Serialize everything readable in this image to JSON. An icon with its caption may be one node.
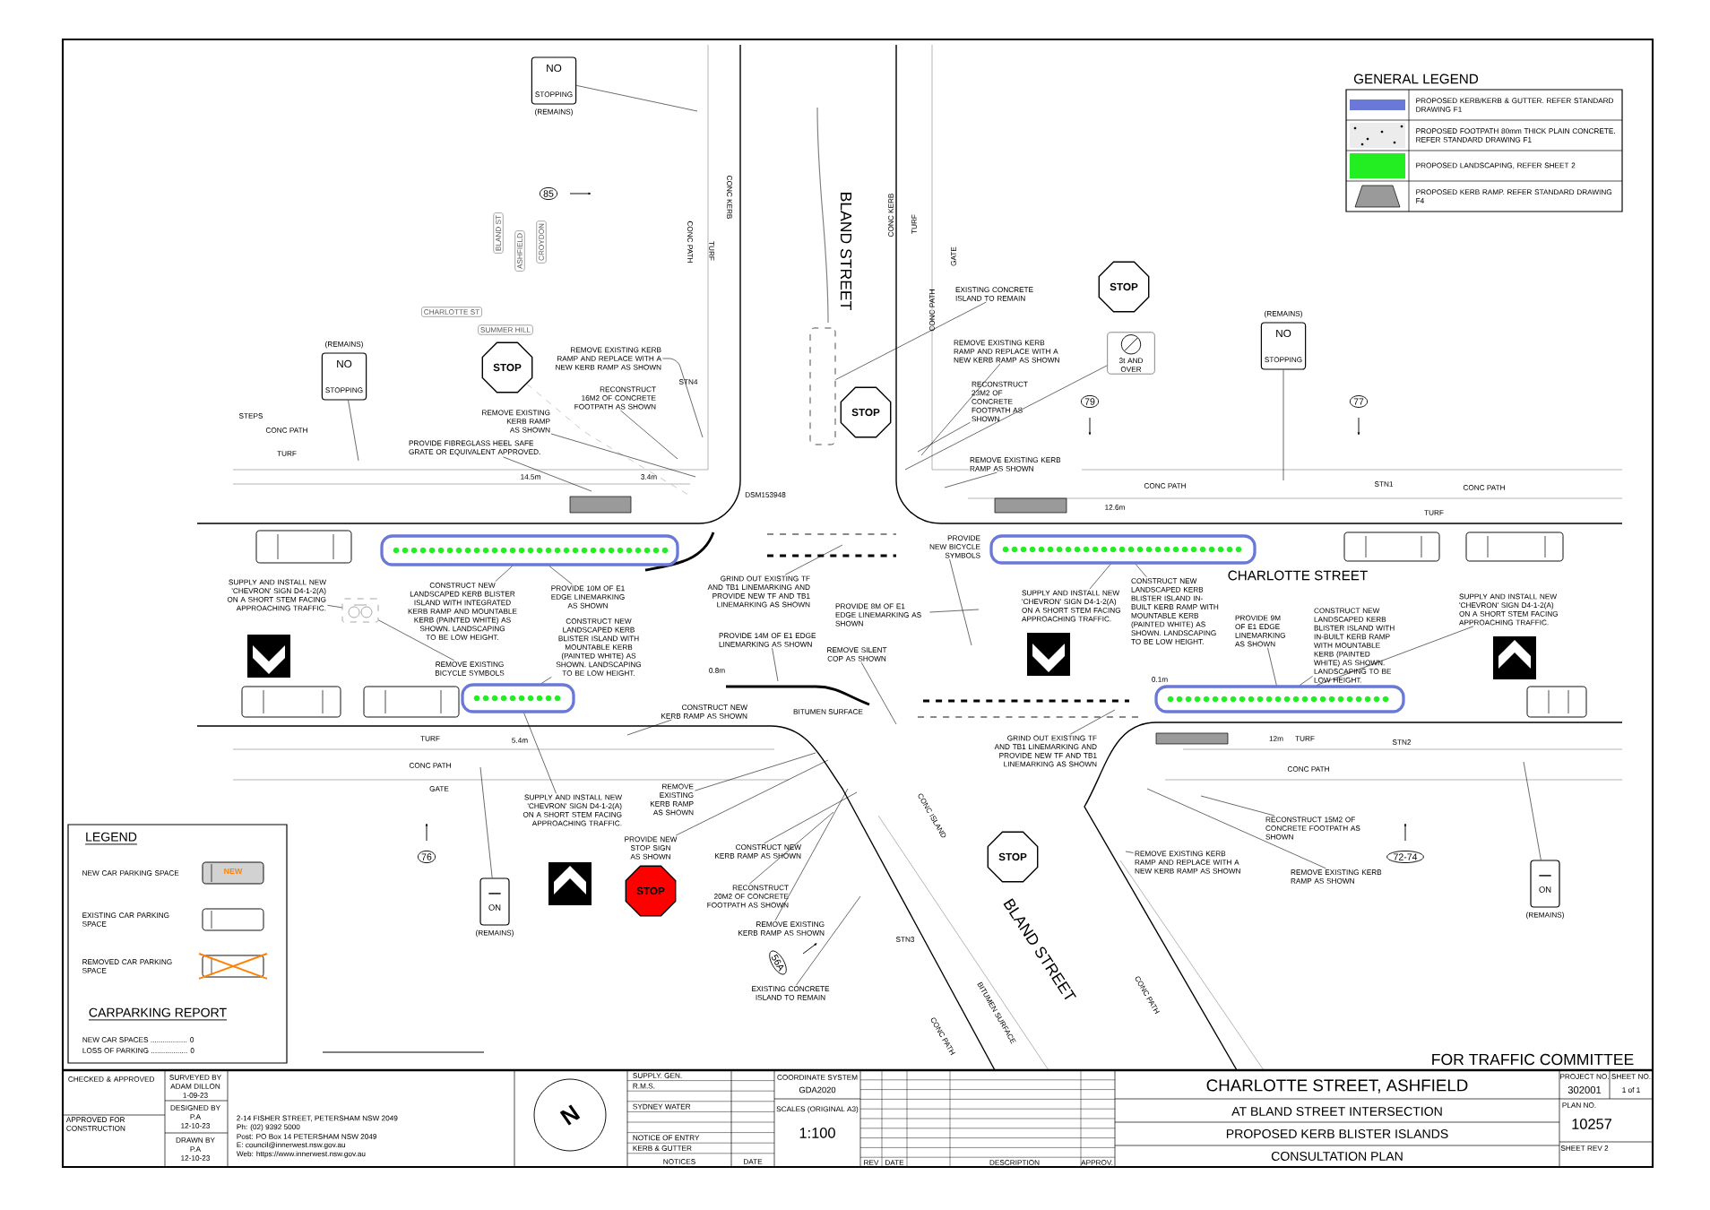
{
  "diagram": {
    "title": "CHARLOTTE STREET, ASHFIELD",
    "nodes": [
      {
        "text": [
          "NO",
          "STOPPING"
        ],
        "beside": [
          "(REMAINS)"
        ]
      },
      {
        "text": [
          "NO",
          "STOPPING"
        ],
        "beside": [
          "(REMAINS)"
        ]
      },
      {
        "text": [
          "STOP"
        ]
      },
      {
        "text": [
          "STOP"
        ]
      },
      {
        "text": [
          "STOP"
        ]
      },
      {
        "text": [
          "3t AND OVER"
        ]
      },
      {
        "text": [
          "NO",
          "STOPPING"
        ],
        "beside": [
          "(REMAINS)"
        ]
      },
      {
        "text": [
          "STOP"
        ]
      },
      {
        "text": [
          "STOP"
        ]
      },
      {
        "text": [
          "ON"
        ],
        "beside": [
          "(REMAINS)"
        ]
      },
      {
        "text": [
          "ON"
        ],
        "beside": [
          "(REMAINS)"
        ]
      },
      {
        "text": [
          "REMOVE EXISTING KERB RAMP AND REPLACE WITH A NEW KERB RAMP AS SHOWN"
        ]
      },
      {
        "text": [
          "RECONSTRUCT 16M2 OF CONCRETE FOOTPATH AS SHOWN"
        ]
      },
      {
        "text": [
          "REMOVE EXISTING KERB RAMP AS SHOWN"
        ]
      },
      {
        "text": [
          "PROVIDE FIBREGLASS HEEL SAFE GRATE OR EQUIVALENT APPROVED."
        ]
      },
      {
        "text": [
          "EXISTING CONCRETE ISLAND TO REMAIN"
        ]
      },
      {
        "text": [
          "REMOVE EXISTING KERB RAMP AND REPLACE WITH A NEW KERB RAMP AS SHOWN"
        ]
      },
      {
        "text": [
          "RECONSTRUCT 23M2 OF CONCRETE FOOTPATH AS SHOWN"
        ]
      },
      {
        "text": [
          "REMOVE EXISTING KERB RAMP AS SHOWN"
        ]
      },
      {
        "text": [
          "SUPPLY AND INSTALL NEW 'CHEVRON' SIGN D4-1-2(A) ON A SHORT STEM FACING APPROACHING TRAFFIC."
        ]
      },
      {
        "text": [
          "CONSTRUCT NEW LANDSCAPED KERB BLISTER ISLAND WITH INTEGRATED KERB RAMP AND MOUNTABLE KERB (PAINTED WHITE) AS SHOWN. LANDSCAPING TO BE LOW HEIGHT."
        ]
      },
      {
        "text": [
          "PROVIDE 10M OF E1 EDGE LINEMARKING AS SHOWN"
        ]
      },
      {
        "text": [
          "GRIND OUT EXISTING TF AND TB1 LINEMARKING AND PROVIDE NEW TF AND TB1 LINEMARKING AS SHOWN"
        ]
      },
      {
        "text": [
          "REMOVE EXISTING BICYCLE SYMBOLS"
        ]
      },
      {
        "text": [
          "CONSTRUCT NEW LANDSCAPED KERB BLISTER ISLAND WITH MOUNTABLE KERB (PAINTED WHITE) AS SHOWN. LANDSCAPING TO BE LOW HEIGHT."
        ]
      },
      {
        "text": [
          "PROVIDE 14M OF E1 EDGE LINEMARKING AS SHOWN"
        ]
      },
      {
        "text": [
          "REMOVE SILENT COP AS SHOWN"
        ]
      },
      {
        "text": [
          "PROVIDE 8M OF E1 EDGE LINEMARKING AS SHOWN"
        ]
      },
      {
        "text": [
          "PROVIDE NEW BICYCLE SYMBOLS"
        ]
      },
      {
        "text": [
          "CONSTRUCT NEW KERB RAMP AS SHOWN"
        ]
      },
      {
        "text": [
          "SUPPLY AND INSTALL NEW 'CHEVRON' SIGN D4-1-2(A) ON A SHORT STEM FACING APPROACHING TRAFFIC."
        ]
      },
      {
        "text": [
          "REMOVE EXISTING KERB RAMP AS SHOWN"
        ]
      },
      {
        "text": [
          "PROVIDE NEW STOP SIGN AS SHOWN"
        ]
      },
      {
        "text": [
          "CONSTRUCT NEW KERB RAMP AS SHOWN"
        ]
      },
      {
        "text": [
          "RECONSTRUCT 20M2 OF CONCRETE FOOTPATH AS SHOWN"
        ]
      },
      {
        "text": [
          "REMOVE EXISTING KERB RAMP AS SHOWN"
        ]
      },
      {
        "text": [
          "EXISTING CONCRETE ISLAND TO REMAIN"
        ]
      },
      {
        "text": [
          "GRIND OUT EXISTING TF AND TB1 LINEMARKING AND PROVIDE NEW TF AND TB1 LINEMARKING AS SHOWN"
        ]
      },
      {
        "text": [
          "SUPPLY AND INSTALL NEW 'CHEVRON' SIGN D4-1-2(A) ON A SHORT STEM FACING APPROACHING TRAFFIC."
        ]
      },
      {
        "text": [
          "CONSTRUCT NEW LANDSCAPED KERB BLISTER ISLAND IN-BUILT KERB RAMP WITH MOUNTABLE KERB (PAINTED WHITE) AS SHOWN. LANDSCAPING TO BE LOW HEIGHT."
        ]
      },
      {
        "text": [
          "PROVIDE 9M OF E1 EDGE LINEMARKING AS SHOWN"
        ]
      },
      {
        "text": [
          "CONSTRUCT NEW LANDSCAPED KERB BLISTER ISLAND WITH IN-BUILT KERB RAMP WITH MOUNTABLE KERB (PAINTED WHITE) AS SHOWN. LANDSCAPING TO BE LOW HEIGHT."
        ]
      },
      {
        "text": [
          "SUPPLY AND INSTALL NEW 'CHEVRON' SIGN D4-1-2(A) ON A SHORT STEM FACING APPROACHING TRAFFIC."
        ]
      },
      {
        "text": [
          "RECONSTRUCT 15M2 OF CONCRETE FOOTPATH AS SHOWN"
        ]
      },
      {
        "text": [
          "REMOVE EXISTING KERB RAMP AND REPLACE WITH A NEW KERB RAMP AS SHOWN"
        ]
      },
      {
        "text": [
          "REMOVE EXISTING KERB RAMP AS SHOWN"
        ]
      },
      {
        "text": [],
        "shape": "bar"
      },
      {
        "text": [],
        "shape": "bar"
      },
      {
        "text": [],
        "shape": "bar"
      },
      {
        "text": [],
        "shape": "bar"
      },
      {
        "text": [],
        "shape": "box"
      },
      {
        "text": [],
        "shape": "picture"
      }
    ],
    "edges": [
      {
        "from": 0,
        "to": null,
        "arrow": "none"
      },
      {
        "from": 1,
        "to": null,
        "arrow": "none"
      },
      {
        "from": 2,
        "to": null,
        "arrow": "none",
        "style": "dashed",
        "color": "#a0a0a0"
      },
      {
        "from": 5,
        "to": null,
        "arrow": "none"
      },
      {
        "from": 6,
        "to": null,
        "arrow": "none"
      },
      {
        "from": 9,
        "to": null,
        "arrow": "none"
      },
      {
        "from": 10,
        "to": null,
        "arrow": "none"
      },
      {
        "from": 11,
        "to": null,
        "arrow": "none"
      },
      {
        "from": 12,
        "to": null,
        "arrow": "none"
      },
      {
        "from": 13,
        "to": null,
        "arrow": "none"
      },
      {
        "from": 14,
        "to": null,
        "arrow": "none"
      },
      {
        "from": 15,
        "to": 50,
        "arrow": "none"
      },
      {
        "from": 16,
        "to": null,
        "arrow": "none"
      },
      {
        "from": 17,
        "to": null,
        "arrow": "none"
      },
      {
        "from": 18,
        "to": null,
        "arrow": "none"
      },
      {
        "from": 19,
        "to": 51,
        "arrow": "none"
      },
      {
        "from": 20,
        "to": 46,
        "arrow": "none"
      },
      {
        "from": 21,
        "to": 46,
        "arrow": "none"
      },
      {
        "from": 22,
        "to": null,
        "arrow": "none"
      },
      {
        "from": 23,
        "to": 51,
        "arrow": "none"
      },
      {
        "from": 24,
        "to": 47,
        "arrow": "none"
      },
      {
        "from": 25,
        "to": null,
        "arrow": "none"
      },
      {
        "from": 26,
        "to": null,
        "arrow": "none"
      },
      {
        "from": 27,
        "to": null,
        "arrow": "none"
      },
      {
        "from": 28,
        "to": null,
        "arrow": "none"
      },
      {
        "from": 29,
        "to": null,
        "arrow": "none"
      },
      {
        "from": 30,
        "to": 47,
        "arrow": "none"
      },
      {
        "from": 31,
        "to": null,
        "arrow": "none"
      },
      {
        "from": 32,
        "to": null,
        "arrow": "none"
      },
      {
        "from": 33,
        "to": null,
        "arrow": "none"
      },
      {
        "from": 34,
        "to": null,
        "arrow": "none"
      },
      {
        "from": 35,
        "to": null,
        "arrow": "none"
      },
      {
        "from": 36,
        "to": null,
        "arrow": "none"
      },
      {
        "from": 37,
        "to": null,
        "arrow": "none"
      },
      {
        "from": 38,
        "to": 48,
        "arrow": "none"
      },
      {
        "from": 39,
        "to": 48,
        "arrow": "none"
      },
      {
        "from": 40,
        "to": 49,
        "arrow": "none"
      },
      {
        "from": 41,
        "to": 49,
        "arrow": "none"
      },
      {
        "from": 42,
        "to": 49,
        "arrow": "none"
      },
      {
        "from": 43,
        "to": null,
        "arrow": "none"
      },
      {
        "from": 44,
        "to": null,
        "arrow": "none"
      },
      {
        "from": 45,
        "to": null,
        "arrow": "none"
      }
    ],
    "labels": [
      "85",
      "BLAND ST",
      "ASHFIELD",
      "CROYDON",
      "CHARLOTTE ST",
      "SUMMER HILL",
      "BLAND STREET",
      "CONC PATH",
      "TURF",
      "CONC KERB",
      "CONC KERB",
      "TURF",
      "CONC PATH",
      "GATE",
      "STN4",
      "79",
      "77",
      "STEPS",
      "CONC PATH",
      "TURF",
      "14.5m",
      "3.4m",
      "DSM153948",
      "CONC PATH",
      "STN1",
      "CONC PATH",
      "12.6m",
      "TURF",
      "CHARLOTTE STREET",
      "0.8m",
      "0.1m",
      "BITUMEN SURFACE",
      "TURF",
      "5.4m",
      "12m",
      "TURF",
      "STN2",
      "CONC PATH",
      "CONC PATH",
      "GATE",
      "CONC ISLAND",
      "76",
      "72-74",
      "56A",
      "STN3",
      "BLAND STREET",
      "CONC PATH",
      "BITUMEN SURFACE",
      "CONC PATH",
      "FOR TRAFFIC COMMITTEE",
      "LEGEND",
      "NEW",
      "CARPARKING REPORT",
      "NEW CAR SPACES .................. 0",
      "LOSS OF PARKING .................. 0",
      "GENERAL LEGEND",
      "CHECKED & APPROVED",
      "APPROVED FOR CONSTRUCTION",
      "SURVEYED BY",
      "ADAM DILLON",
      "1-09-23",
      "DESIGNED BY",
      "P.A",
      "12-10-23",
      "DRAWN BY",
      "P.A",
      "12-10-23",
      "2-14 FISHER STREET, PETERSHAM NSW 2049",
      "Ph: (02) 9392 5000",
      "Post: PO Box 14 PETERSHAM NSW 2049",
      "E: council@innerwest.nsw.gov.au",
      "Web: https://www.innerwest.nsw.gov.au",
      "SUPPLY. GEN.",
      "R.M.S.",
      "SYDNEY WATER",
      "NOTICE OF ENTRY",
      "KERB & GUTTER",
      "NOTICES",
      "DATE",
      "COORDINATE SYSTEM",
      "GDA2020",
      "SCALES (ORIGINAL A3)",
      "1:100",
      "REV",
      "DATE",
      "DESCRIPTION",
      "APPROV.",
      "AT BLAND STREET INTERSECTION",
      "PROPOSED KERB BLISTER ISLANDS",
      "CONSULTATION PLAN",
      "PROJECT NO.",
      "302001",
      "SHEET NO.",
      "1 of 1",
      "PLAN NO.",
      "10257",
      "SHEET REV 2",
      "N"
    ],
    "legend": [
      {
        "text": "NEW CAR PARKING SPACE"
      },
      {
        "text": "EXISTING CAR PARKING SPACE"
      },
      {
        "text": "REMOVED CAR PARKING SPACE"
      },
      {
        "text": "PROPOSED KERB/KERB & GUTTER. REFER STANDARD DRAWING F1",
        "color": "#6a78d8"
      },
      {
        "text": "PROPOSED FOOTPATH 80mm THICK PLAIN CONCRETE. REFER STANDARD DRAWING F1"
      },
      {
        "text": "PROPOSED LANDSCAPING, REFER SHEET 2",
        "color": "#22ee22"
      },
      {
        "text": "PROPOSED KERB RAMP. REFER STANDARD DRAWING F4"
      }
    ]
  }
}
